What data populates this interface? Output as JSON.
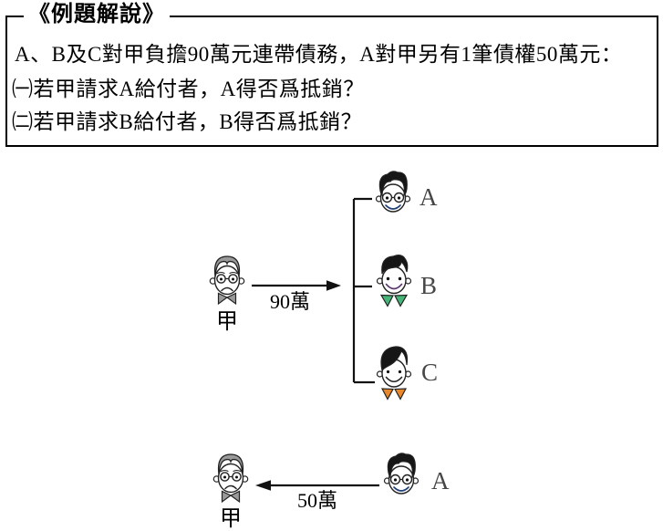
{
  "example_box": {
    "title": "《例題解說》",
    "problem": "A、B及C對甲負擔90萬元連帶債務，A對甲另有1筆債權50萬元：",
    "question_1": "㈠若甲請求A給付者，A得否爲抵銷？",
    "question_2": "㈡若甲請求B給付者，B得否爲抵銷？"
  },
  "joint_debt_diagram": {
    "creditor_label": "甲",
    "arrow_amount": "90萬",
    "debtor_a_label": "A",
    "debtor_b_label": "B",
    "debtor_c_label": "C"
  },
  "counter_claim_diagram": {
    "creditor_label": "甲",
    "arrow_amount": "50萬",
    "debtor_a_label": "A"
  },
  "colors": {
    "line_black": "#111111",
    "letter_gray": "#474747",
    "jia_hair_gray": "#9a9a9a",
    "jia_bow_gray": "#9a9a9a",
    "a_smile_navy": "#1f3f77",
    "b_smile_purple": "#5a3570",
    "b_collar_green": "#46b578",
    "c_collar_orange": "#e8872b",
    "dark_hair": "#161616"
  }
}
